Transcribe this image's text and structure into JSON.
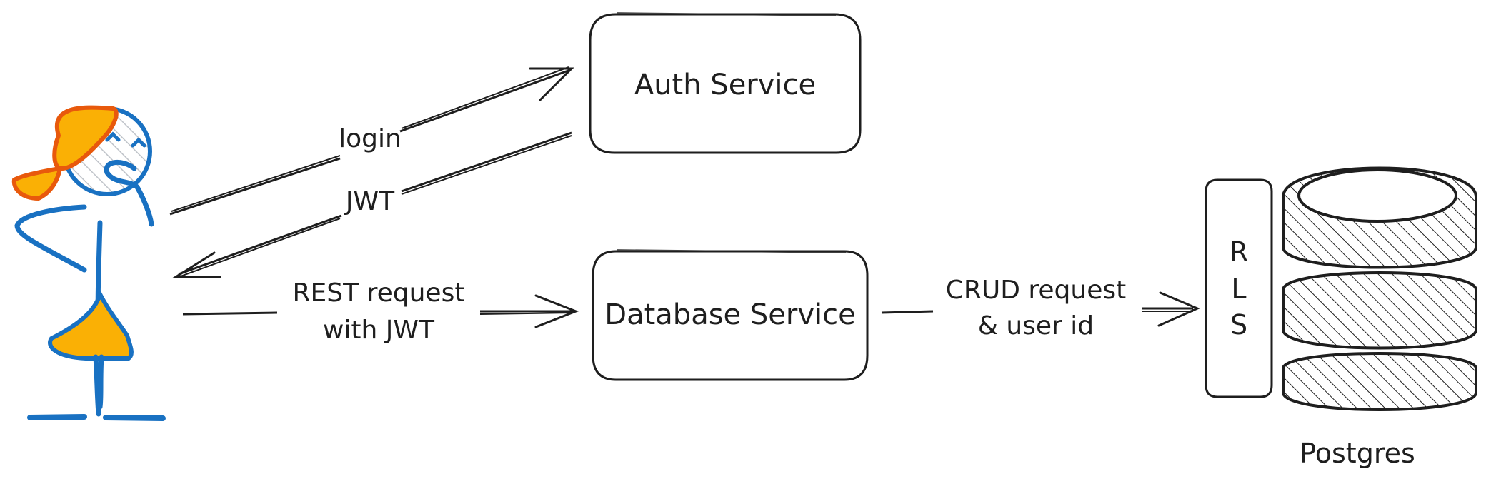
{
  "nodes": {
    "auth": {
      "label": "Auth Service"
    },
    "database": {
      "label": "Database Service"
    },
    "rls": {
      "letters": [
        "R",
        "L",
        "S"
      ]
    },
    "postgres": {
      "label": "Postgres"
    }
  },
  "edges": {
    "login": {
      "label": "login"
    },
    "jwt": {
      "label": "JWT"
    },
    "rest": {
      "line1": "REST request",
      "line2": "with JWT"
    },
    "crud": {
      "line1": "CRUD request",
      "line2": "& user id"
    }
  },
  "colors": {
    "stroke": "#1e1e1e",
    "figure_blue": "#1971c2",
    "hair_orange": "#e8590c",
    "dress_yellow": "#fab005"
  }
}
